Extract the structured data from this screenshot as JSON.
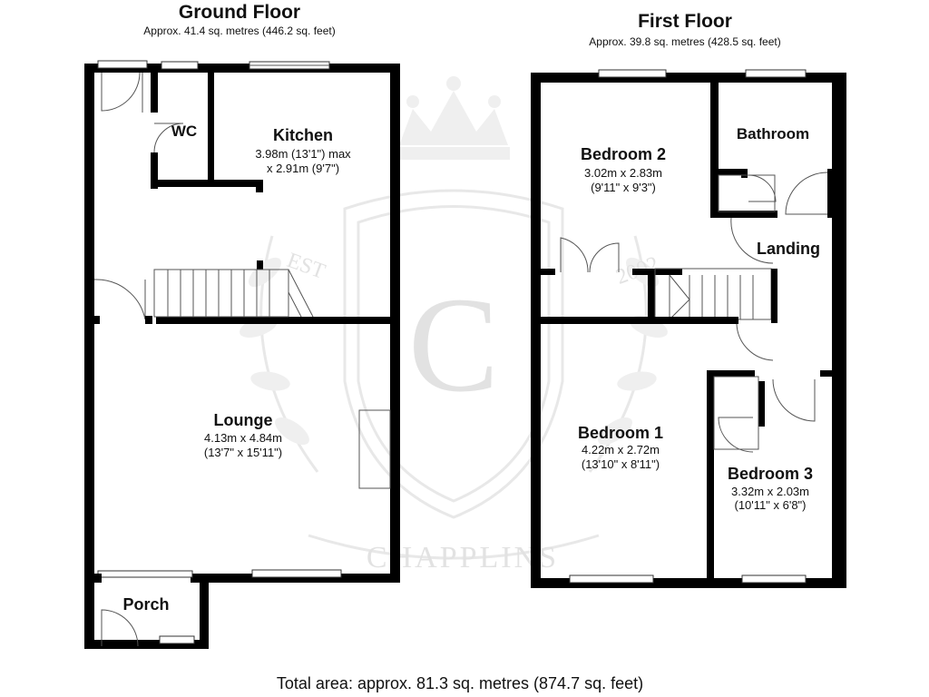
{
  "ground_floor": {
    "title": "Ground Floor",
    "area": "Approx. 41.4 sq. metres (446.2 sq. feet)",
    "rooms": {
      "wc": {
        "name": "WC"
      },
      "kitchen": {
        "name": "Kitchen",
        "dim1": "3.98m (13'1\") max",
        "dim2": "x 2.91m (9'7\")"
      },
      "lounge": {
        "name": "Lounge",
        "dim1": "4.13m x 4.84m",
        "dim2": "(13'7\" x 15'11\")"
      },
      "porch": {
        "name": "Porch"
      }
    }
  },
  "first_floor": {
    "title": "First Floor",
    "area": "Approx. 39.8 sq. metres (428.5 sq. feet)",
    "rooms": {
      "bedroom2": {
        "name": "Bedroom 2",
        "dim1": "3.02m x 2.83m",
        "dim2": "(9'11\" x 9'3\")"
      },
      "bathroom": {
        "name": "Bathroom"
      },
      "landing": {
        "name": "Landing"
      },
      "bedroom1": {
        "name": "Bedroom 1",
        "dim1": "4.22m x 2.72m",
        "dim2": "(13'10\" x 8'11\")"
      },
      "bedroom3": {
        "name": "Bedroom 3",
        "dim1": "3.32m x 2.03m",
        "dim2": "(10'11\" x 6'8\")"
      }
    }
  },
  "total_area": "Total area: approx. 81.3 sq. metres (874.7 sq. feet)",
  "watermark": {
    "monogram": "C",
    "brand": "CHAPPLINS",
    "est_left": "EST",
    "est_right": "2002"
  },
  "colors": {
    "wall": "#000000",
    "watermark": "#e8e8e8"
  }
}
